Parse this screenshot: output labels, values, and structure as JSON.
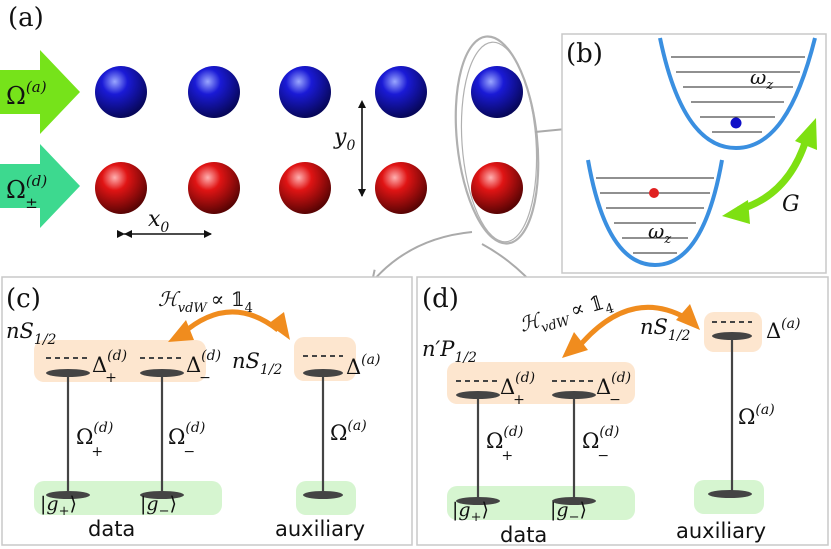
{
  "panel_labels": {
    "a": "(a)",
    "b": "(b)",
    "c": "(c)",
    "d": "(d)"
  },
  "panel_a": {
    "omega_a_arrow": {
      "main": "Ω",
      "sup": "(a)"
    },
    "omega_d_arrow": {
      "main": "Ω",
      "sup": "(d)",
      "sub": "±"
    },
    "x0": {
      "main": "x",
      "sub": "0"
    },
    "y0": {
      "main": "y",
      "sub": "0"
    }
  },
  "panel_b": {
    "omega_z_upper": {
      "main": "ω",
      "sub": "z"
    },
    "omega_z_lower": {
      "main": "ω",
      "sub": "z"
    },
    "coupling": "G"
  },
  "panel_c": {
    "hamiltonian": {
      "H": "ℋ",
      "sub": "vdW",
      "rel": "∝ 𝟙",
      "sub2": "4"
    },
    "level_left": {
      "main": "nS",
      "sub": "1/2"
    },
    "level_right": {
      "main": "nS",
      "sub": "1/2"
    },
    "delta_plus": {
      "main": "Δ",
      "sup": "(d)",
      "sub": "+"
    },
    "delta_minus": {
      "main": "Δ",
      "sup": "(d)",
      "sub": "−"
    },
    "delta_a": {
      "main": "Δ",
      "sup": "(a)"
    },
    "omega_plus": {
      "main": "Ω",
      "sup": "(d)",
      "sub": "+"
    },
    "omega_minus": {
      "main": "Ω",
      "sup": "(d)",
      "sub": "−"
    },
    "omega_a": {
      "main": "Ω",
      "sup": "(a)"
    },
    "g_plus": {
      "l": "|",
      "main": "g",
      "sub": "+",
      "r": "⟩"
    },
    "g_minus": {
      "l": "|",
      "main": "g",
      "sub": "−",
      "r": "⟩"
    },
    "data_label": "data",
    "aux_label": "auxiliary"
  },
  "panel_d": {
    "hamiltonian": {
      "H": "ℋ",
      "sub": "vdW",
      "rel": "∝ 𝟙",
      "sub2": "4"
    },
    "level_p": {
      "main": "n′P",
      "sub": "1/2"
    },
    "level_s": {
      "main": "nS",
      "sub": "1/2"
    },
    "delta_plus": {
      "main": "Δ",
      "sup": "(d)",
      "sub": "+"
    },
    "delta_minus": {
      "main": "Δ",
      "sup": "(d)",
      "sub": "−"
    },
    "delta_a": {
      "main": "Δ",
      "sup": "(a)"
    },
    "omega_plus": {
      "main": "Ω",
      "sup": "(d)",
      "sub": "+"
    },
    "omega_minus": {
      "main": "Ω",
      "sup": "(d)",
      "sub": "−"
    },
    "omega_a": {
      "main": "Ω",
      "sup": "(a)"
    },
    "g_plus": {
      "l": "|",
      "main": "g",
      "sub": "+",
      "r": "⟩"
    },
    "g_minus": {
      "l": "|",
      "main": "g",
      "sub": "−",
      "r": "⟩"
    },
    "data_label": "data",
    "aux_label": "auxiliary"
  },
  "colors": {
    "aux_atom": "#1010c8",
    "data_atom": "#d01010",
    "omega_a_arrow": "#76e31a",
    "omega_d_arrow": "#3dd98f",
    "trap": "#3a8fe0",
    "coupling_arrow": "#7ee012",
    "vdw_arrow": "#f08c1e",
    "excited_band": "#fde6cf",
    "ground_band": "#d6f5d0",
    "level": "#444444"
  }
}
